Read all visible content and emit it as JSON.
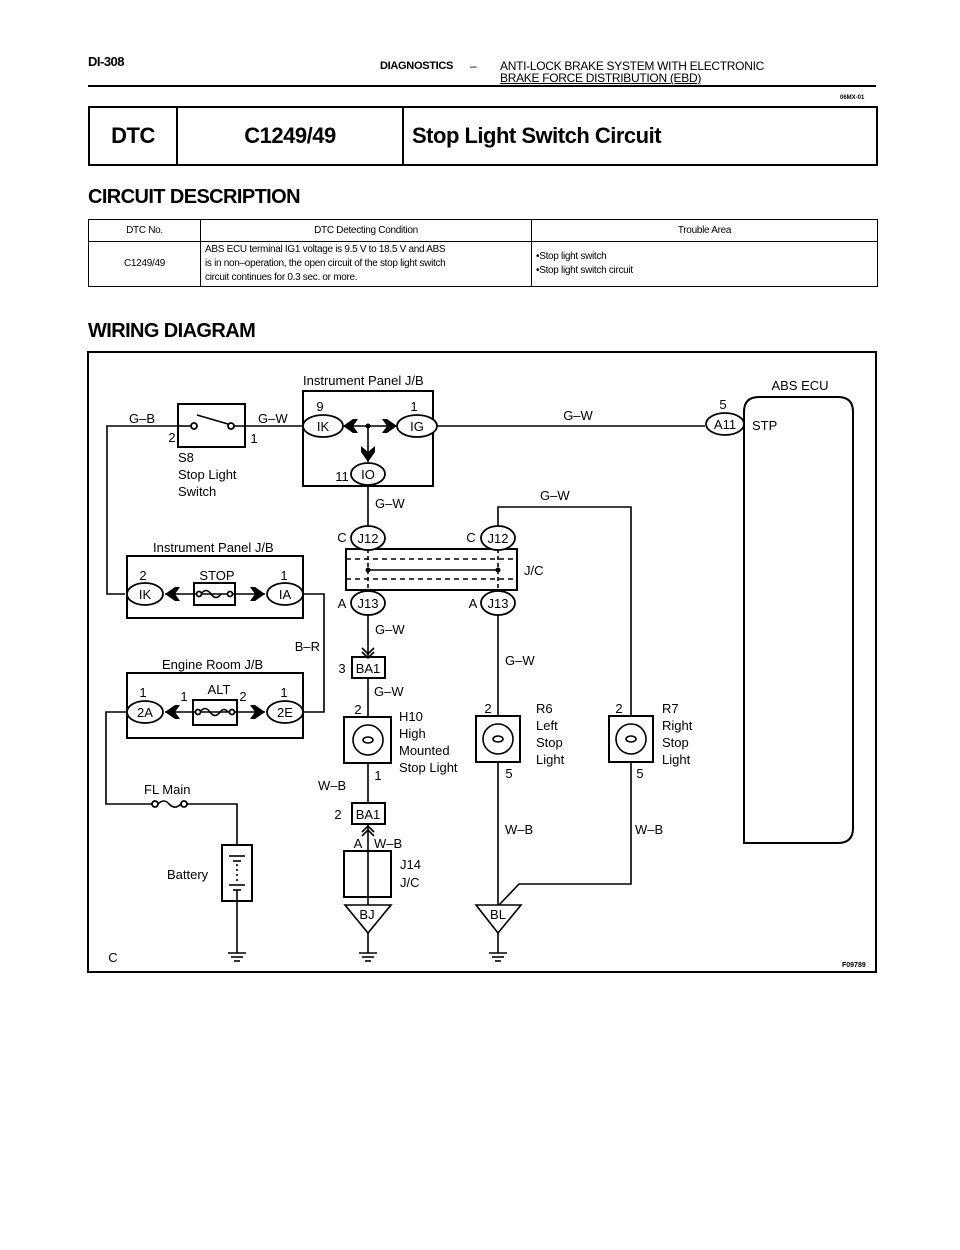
{
  "header": {
    "page_code": "DI-308",
    "section": "DIAGNOSTICS",
    "dash": "–",
    "title_line1": "ANTI-LOCK BRAKE SYSTEM WITH ELECTRONIC",
    "title_line2": "BRAKE FORCE DISTRIBUTION (EBD)",
    "doc_code": "06MX-01"
  },
  "dtc_box": {
    "label": "DTC",
    "code": "C1249/49",
    "title": "Stop Light Switch Circuit"
  },
  "circuit_description": {
    "heading": "CIRCUIT DESCRIPTION",
    "columns": [
      "DTC No.",
      "DTC Detecting Condition",
      "Trouble Area"
    ],
    "row": {
      "dtc_no": "C1249/49",
      "condition_lines": [
        "ABS ECU terminal IG1 voltage is 9.5 V to 18.5 V and ABS",
        "is in non–operation, the open circuit of the stop light switch",
        "circuit continues for 0.3 sec. or more."
      ],
      "trouble_areas": [
        "•Stop light switch",
        "•Stop light switch circuit"
      ]
    }
  },
  "wiring_diagram": {
    "heading": "WIRING DIAGRAM",
    "figure_code": "F09789",
    "corner_letter": "C",
    "wires": {
      "gb": "G–B",
      "gw": "G–W",
      "br": "B–R",
      "wb": "W–B"
    },
    "ip_jb_top": {
      "label": "Instrument Panel J/B",
      "ik": "IK",
      "ig": "IG",
      "io": "IO",
      "pin_ik": "9",
      "pin_ig": "1",
      "pin_io": "11"
    },
    "switch": {
      "code": "S8",
      "name1": "Stop Light",
      "name2": "Switch",
      "pin_left": "2",
      "pin_right": "1"
    },
    "abs_ecu": {
      "label": "ABS ECU",
      "connector": "A11",
      "pin": "5",
      "terminal": "STP"
    },
    "jc": {
      "label": "J/C",
      "j12": "J12",
      "j13": "J13",
      "c": "C",
      "a": "A"
    },
    "ba1": {
      "label": "BA1",
      "pin_top": "3",
      "pin_bottom": "2"
    },
    "h10": {
      "code": "H10",
      "l1": "High",
      "l2": "Mounted",
      "l3": "Stop Light",
      "pin_in": "2",
      "pin_out": "1"
    },
    "r6": {
      "code": "R6",
      "l1": "Left",
      "l2": "Stop",
      "l3": "Light",
      "pin_in": "2",
      "pin_out": "5"
    },
    "r7": {
      "code": "R7",
      "l1": "Right",
      "l2": "Stop",
      "l3": "Light",
      "pin_in": "2",
      "pin_out": "5"
    },
    "j14": {
      "code": "J14",
      "label": "J/C",
      "pin": "A"
    },
    "grounds": {
      "bj": "BJ",
      "bl": "BL"
    },
    "ip_jb_bottom": {
      "label": "Instrument Panel J/B",
      "ik": "IK",
      "ia": "IA",
      "fuse": "STOP",
      "pin_ik": "2",
      "pin_ia": "1"
    },
    "engine_room_jb": {
      "label": "Engine Room J/B",
      "c2a": "2A",
      "c2e": "2E",
      "fuse": "ALT",
      "pin_2a": "1",
      "pin_fuse_in": "1",
      "pin_fuse_out": "2",
      "pin_2e": "1"
    },
    "fl_main": "FL Main",
    "battery": "Battery"
  }
}
